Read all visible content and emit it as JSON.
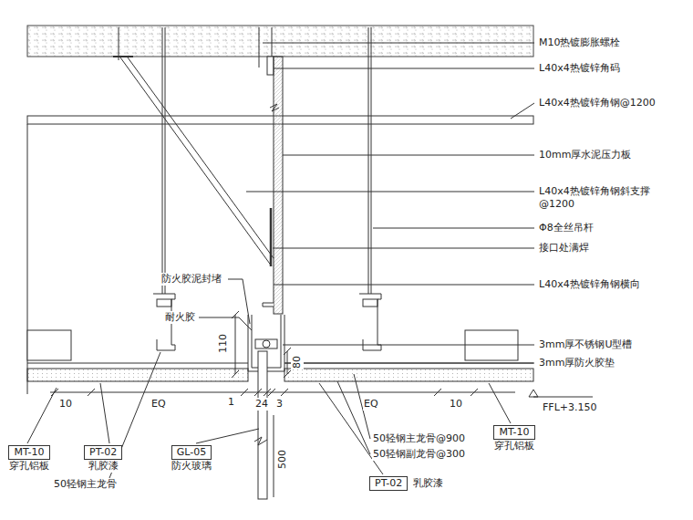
{
  "diagram": {
    "nodes": [
      {
        "text": [
          "MT-10",
          "穿孔铝板"
        ]
      },
      {
        "text": [
          "PT-02",
          "乳胶漆"
        ]
      },
      {
        "text": [
          "GL-05",
          "防火玻璃"
        ]
      },
      {
        "text": [
          "PT-02",
          "乳胶漆"
        ]
      },
      {
        "text": [
          "MT-10",
          "穿孔铝板"
        ]
      }
    ],
    "labels": [
      "M10热镀膨胀螺栓",
      "L40x4热镀锌角码",
      "L40x4热镀锌角钢@1200",
      "10mm厚水泥压力板",
      "L40x4热镀锌角钢斜支撑@1200",
      "Φ8全丝吊杆",
      "接口处满焊",
      "防火胶泥封堵",
      "L40x4热镀锌角钢横向",
      "耐火胶",
      "110",
      "3mm厚不锈钢U型槽",
      "80",
      "3mm厚防火胶垫",
      "10",
      "EQ",
      "1",
      "24",
      "3",
      "EQ",
      "10",
      "FFL+3.150",
      "500",
      "50轻钢主龙骨@900",
      "50轻钢副龙骨@300",
      "50轻钢主龙骨"
    ]
  }
}
